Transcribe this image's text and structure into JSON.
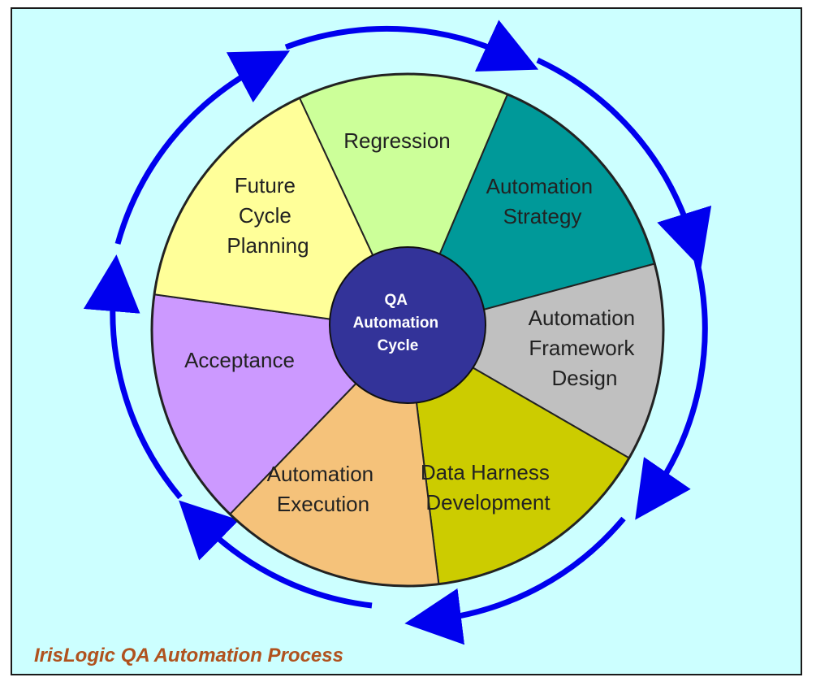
{
  "diagram": {
    "hub": {
      "lines": [
        "QA",
        "Automation",
        "Cycle"
      ],
      "color": "#333399"
    },
    "segments": [
      {
        "id": "regression",
        "lines": [
          "Regression"
        ],
        "color": "#ccff99"
      },
      {
        "id": "automation-strategy",
        "lines": [
          "Automation",
          "Strategy"
        ],
        "color": "#009999"
      },
      {
        "id": "automation-framework-design",
        "lines": [
          "Automation",
          "Framework",
          "Design"
        ],
        "color": "#c0c0c0"
      },
      {
        "id": "data-harness-development",
        "lines": [
          "Data Harness",
          "Development"
        ],
        "color": "#cccc00"
      },
      {
        "id": "automation-execution",
        "lines": [
          "Automation",
          "Execution"
        ],
        "color": "#f5c27a"
      },
      {
        "id": "acceptance",
        "lines": [
          "Acceptance"
        ],
        "color": "#cc99ff"
      },
      {
        "id": "future-cycle-planning",
        "lines": [
          "Future",
          "Cycle",
          "Planning"
        ],
        "color": "#ffff99"
      }
    ],
    "arrow_color": "#0000ee",
    "background": "#ccffff"
  },
  "caption": "IrisLogic QA Automation Process"
}
